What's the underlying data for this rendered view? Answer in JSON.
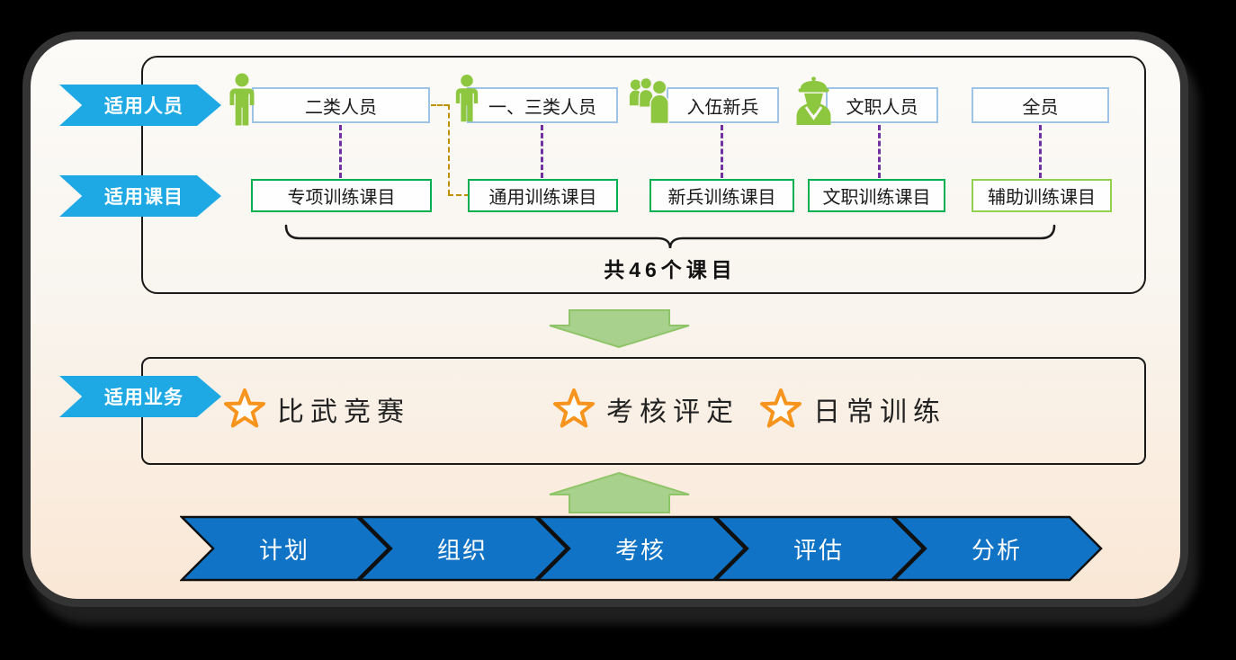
{
  "panel": {
    "row_labels": {
      "personnel": "适用人员",
      "courses": "适用课目",
      "business": "适用业务"
    },
    "personnel_boxes": [
      {
        "label": "二类人员",
        "icon": "person-icon"
      },
      {
        "label": "一、三类人员",
        "icon": "person-icon"
      },
      {
        "label": "入伍新兵",
        "icon": "people-group-icon"
      },
      {
        "label": "文职人员",
        "icon": "officer-icon"
      },
      {
        "label": "全员",
        "icon": ""
      }
    ],
    "course_boxes": [
      {
        "label": "专项训练课目"
      },
      {
        "label": "通用训练课目"
      },
      {
        "label": "新兵训练课目"
      },
      {
        "label": "文职训练课目"
      },
      {
        "label": "辅助训练课目"
      }
    ],
    "brace_caption": "共46个课目",
    "business_items": [
      {
        "label": "比武竞赛"
      },
      {
        "label": "考核评定"
      },
      {
        "label": "日常训练"
      }
    ],
    "process_steps": [
      {
        "label": "计划"
      },
      {
        "label": "组织"
      },
      {
        "label": "考核"
      },
      {
        "label": "评估"
      },
      {
        "label": "分析"
      }
    ],
    "colors": {
      "tag_cyan": "#1fa9e4",
      "icon_green": "#8dc63f",
      "personnel_border_blue": "#9dc3e6",
      "course_border_green": "#00b050",
      "course_border_light_green": "#92d050",
      "connector_purple": "#7030a0",
      "connector_gold": "#bf9000",
      "star_orange": "#f7941d",
      "block_arrow_green": "#a9d18e",
      "process_blue": "#1173c5"
    }
  }
}
